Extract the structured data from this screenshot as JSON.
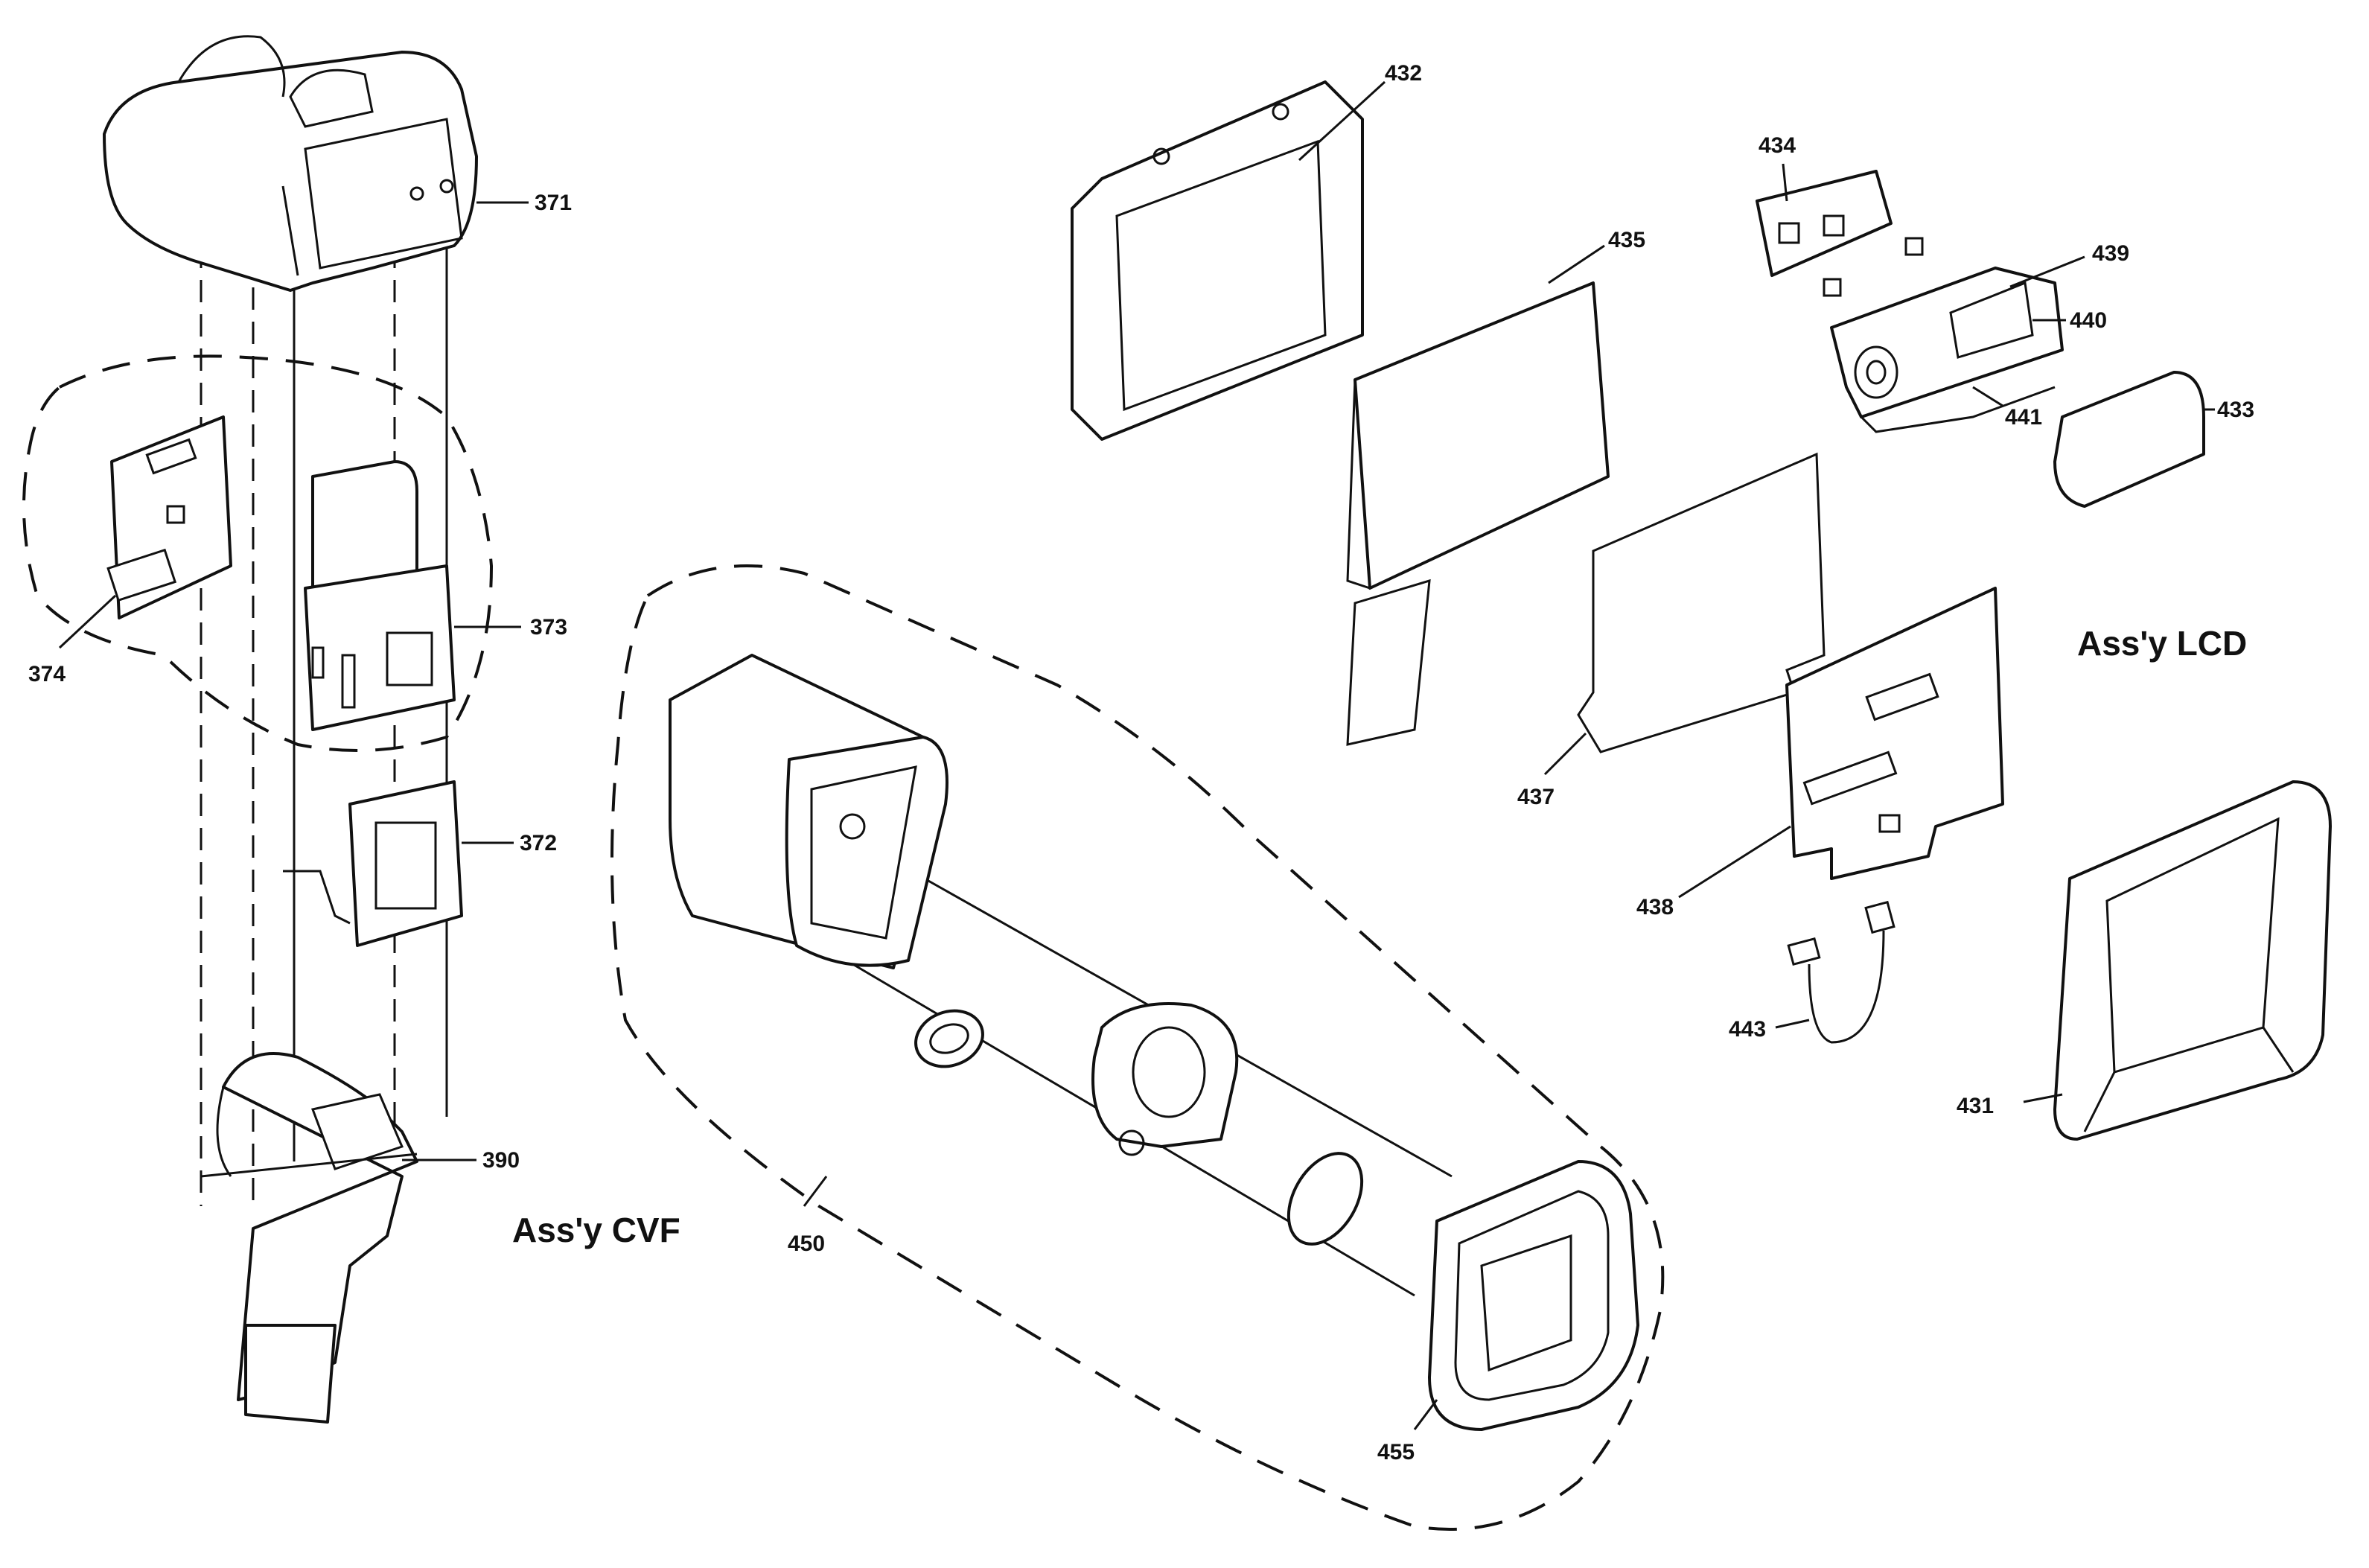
{
  "assemblies": {
    "cvf": "Ass'y CVF",
    "lcd": "Ass'y LCD"
  },
  "callouts": {
    "p371": "371",
    "p372": "372",
    "p373": "373",
    "p374": "374",
    "p390": "390",
    "p431": "431",
    "p432": "432",
    "p433": "433",
    "p434": "434",
    "p435": "435",
    "p437": "437",
    "p438": "438",
    "p439": "439",
    "p440": "440",
    "p441": "441",
    "p443": "443",
    "p450": "450",
    "p455": "455"
  }
}
